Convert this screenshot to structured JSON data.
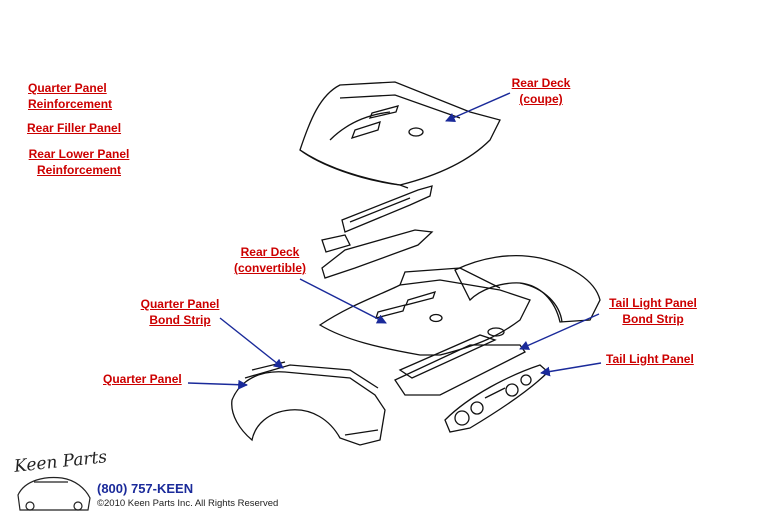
{
  "links": {
    "quarter_panel_reinforcement": [
      "Quarter Panel",
      "Reinforcement"
    ],
    "rear_filler_panel": "Rear Filler Panel",
    "rear_lower_panel_reinforcement": [
      "Rear Lower Panel",
      "Reinforcement"
    ],
    "rear_deck_coupe": [
      "Rear Deck",
      "(coupe)"
    ],
    "rear_deck_convertible": [
      "Rear Deck",
      "(convertible)"
    ],
    "quarter_panel_bond_strip": [
      "Quarter Panel",
      "Bond Strip"
    ],
    "quarter_panel": "Quarter Panel",
    "tail_light_panel_bond_strip": [
      "Tail Light Panel",
      "Bond Strip"
    ],
    "tail_light_panel": "Tail Light Panel"
  },
  "footer": {
    "logo_text": "Keen Parts",
    "phone": "(800) 757-KEEN",
    "copyright": "©2010 Keen Parts Inc. All Rights Reserved"
  },
  "colors": {
    "link": "#cc0000",
    "arrow": "#1a2a9a",
    "line": "#111111"
  }
}
